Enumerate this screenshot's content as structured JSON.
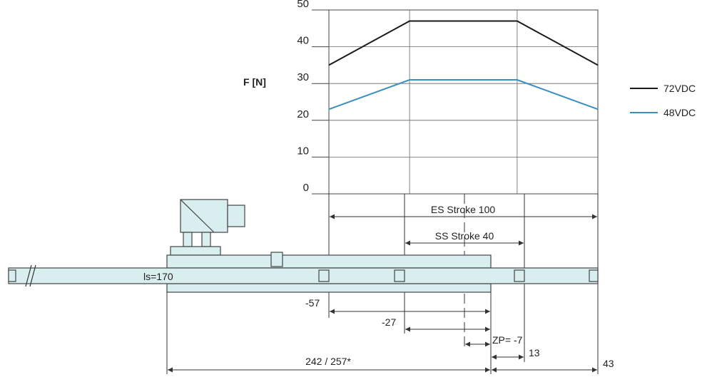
{
  "chart_data": {
    "type": "line",
    "ylabel": "F [N]",
    "ylim": [
      0,
      50
    ],
    "yticks": [
      "0",
      "10",
      "20",
      "30",
      "40",
      "50"
    ],
    "x": [
      -57,
      -27,
      13,
      43
    ],
    "series": [
      {
        "name": "72VDC",
        "color": "#1a1a1a",
        "values": [
          35,
          47,
          47,
          35
        ]
      },
      {
        "name": "48VDC",
        "color": "#3a8fbf",
        "values": [
          23,
          31,
          31,
          23
        ]
      }
    ],
    "grid": true,
    "legend_position": "right"
  },
  "diagram": {
    "es_stroke": "ES Stroke 100",
    "ss_stroke": "SS Stroke 40",
    "ls_label": "ls=170",
    "pos_es_start": "-57",
    "pos_ss_start": "-27",
    "zero_point": "ZP= -7",
    "pos_ss_end": "13",
    "pos_es_end": "43",
    "total_length": "242 / 257*"
  }
}
